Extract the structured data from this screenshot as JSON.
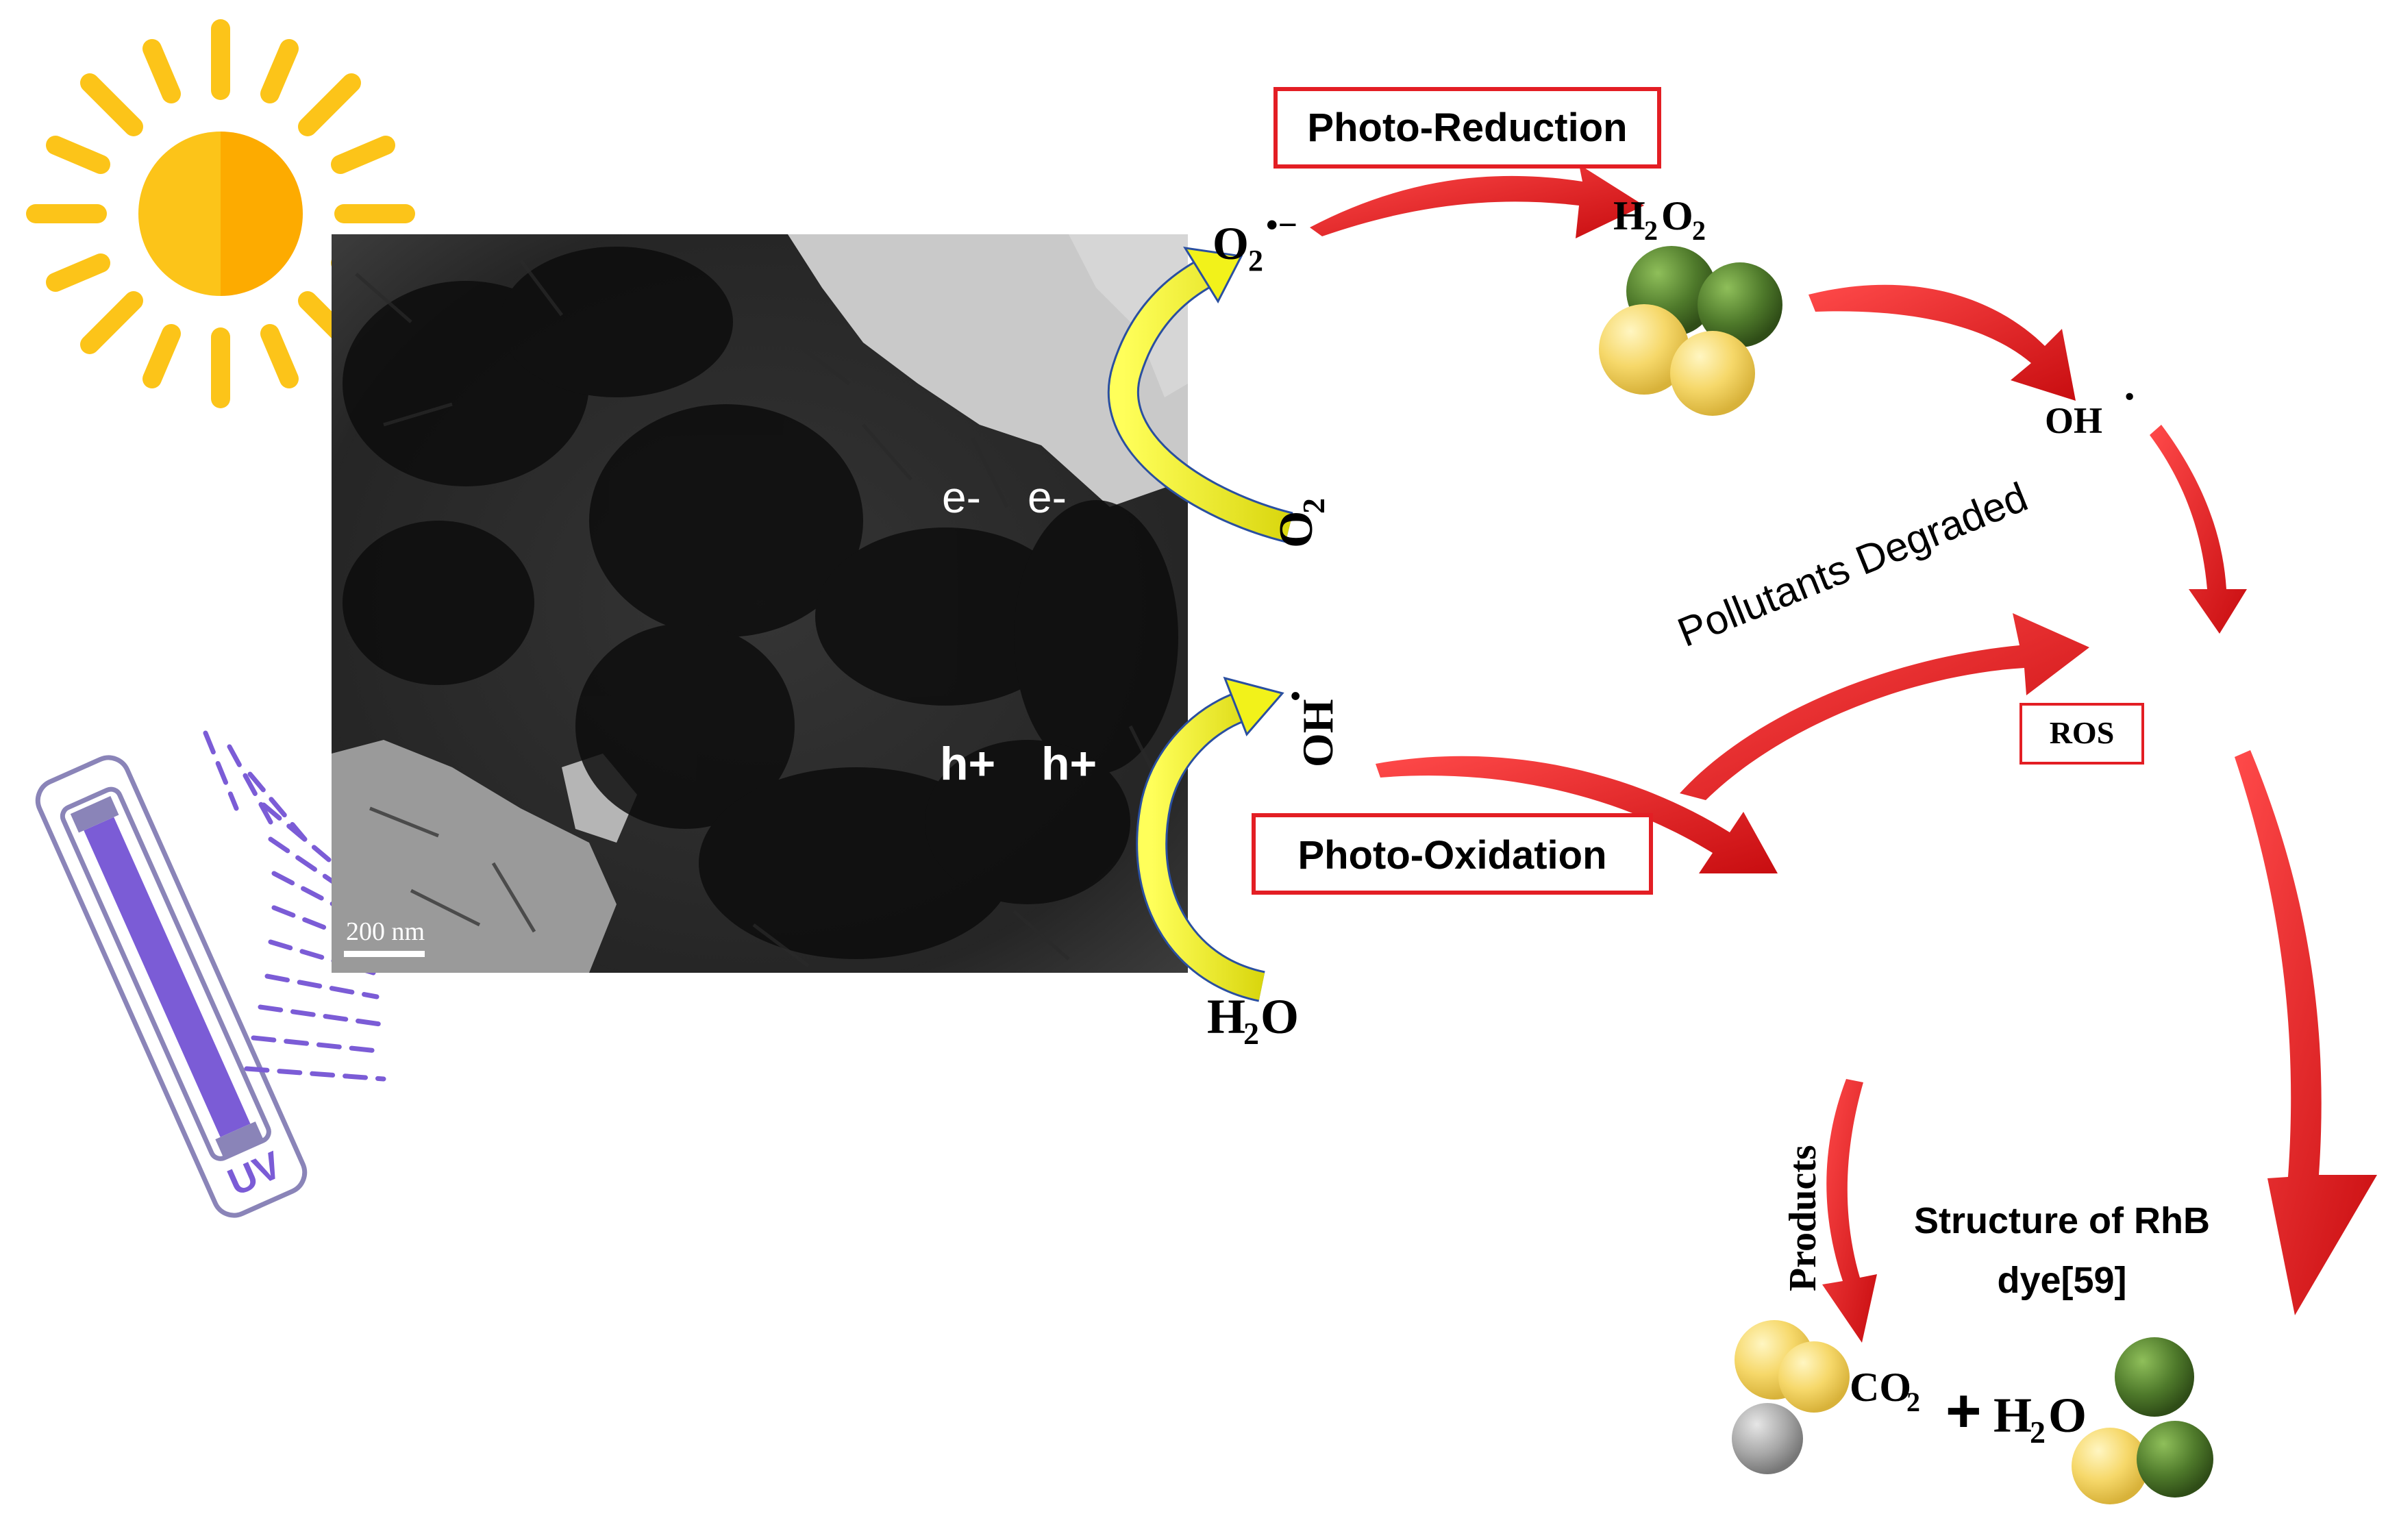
{
  "boxes": {
    "photo_reduction": "Photo-Reduction",
    "photo_oxidation": "Photo-Oxidation",
    "ros": "ROS"
  },
  "species": {
    "superoxide_main": "O",
    "superoxide_sub": "2",
    "superoxide_sup": "•−",
    "h2o2_a": "H",
    "h2o2_sub1": "2",
    "h2o2_b": "O",
    "h2o2_sub2": "2",
    "oh_radical_1": "OH",
    "oh_radical_dot": "·",
    "o2_main": "O",
    "o2_sub": "2",
    "oh_radical_2": "OH",
    "h2o_in_a": "H",
    "h2o_in_sub": "2",
    "h2o_in_b": "O",
    "co2_main": "CO",
    "co2_sub": "2",
    "plus": "+",
    "h2o_out_a": "H",
    "h2o_out_sub": "2",
    "h2o_out_b": "O"
  },
  "labels": {
    "pollutants_degraded": "Pollutants Degraded",
    "products": "Products",
    "structure_line1": "Structure of RhB",
    "structure_line2": "dye[59]"
  },
  "micrograph": {
    "electron1": "e-",
    "electron2": "e-",
    "hole1": "h+",
    "hole2": "h+",
    "scale_bar": "200 nm"
  },
  "uv_lamp": {
    "label": "UV"
  },
  "colors": {
    "red_arrow": "#e8161b",
    "yellow_arrow": "#f2f21a",
    "box_border": "#e31e24",
    "sun_yellow": "#fcc419",
    "sun_orange": "#fdab00",
    "uv_purple": "#7b5cd6",
    "green_sphere": "#4f7a2b",
    "yellow_sphere": "#f6d86a",
    "grey_sphere": "#a8a8a8"
  }
}
